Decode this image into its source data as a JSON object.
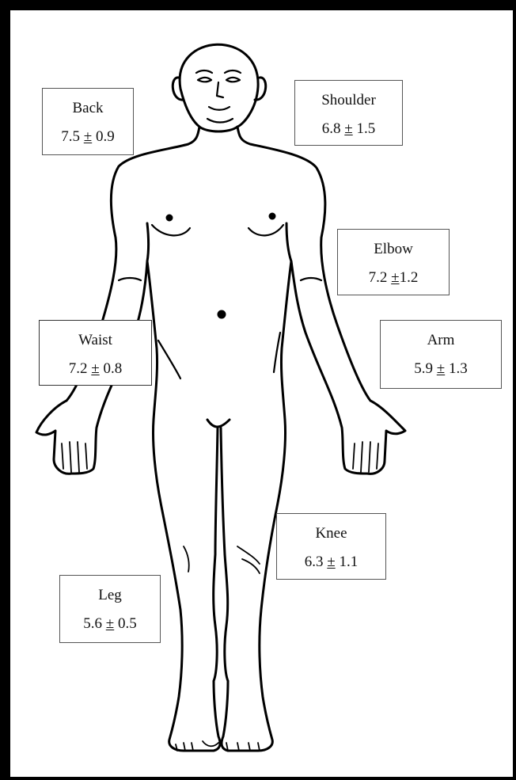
{
  "diagram": {
    "figure_icon": "human-body-outline",
    "labels": [
      {
        "id": "back",
        "name": "Back",
        "mean": "7.5",
        "pm": "±",
        "sd": "0.9"
      },
      {
        "id": "shoulder",
        "name": "Shoulder",
        "mean": "6.8",
        "pm": "±",
        "sd": "1.5"
      },
      {
        "id": "elbow",
        "name": "Elbow",
        "mean": "7.2",
        "pm": "±",
        "sd": "1.2"
      },
      {
        "id": "waist",
        "name": "Waist",
        "mean": "7.2",
        "pm": "±",
        "sd": "0.8"
      },
      {
        "id": "arm",
        "name": "Arm",
        "mean": "5.9",
        "pm": "±",
        "sd": "1.3"
      },
      {
        "id": "knee",
        "name": "Knee",
        "mean": "6.3",
        "pm": "±",
        "sd": "1.1"
      },
      {
        "id": "leg",
        "name": "Leg",
        "mean": "5.6",
        "pm": "±",
        "sd": "0.5"
      }
    ]
  }
}
